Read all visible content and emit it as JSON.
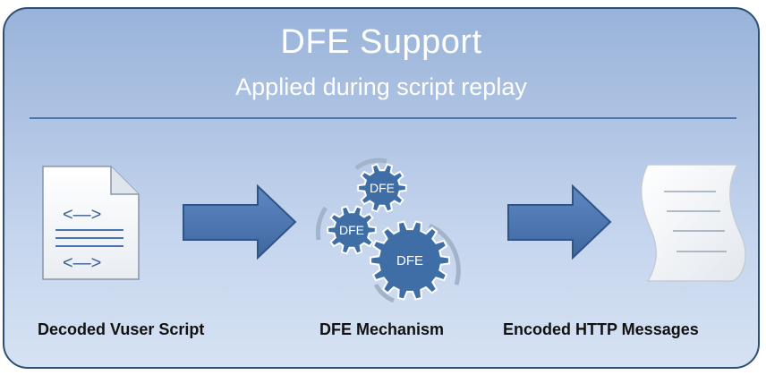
{
  "diagram": {
    "title": "DFE Support",
    "subtitle": "Applied during script replay",
    "steps": [
      {
        "label": "Decoded Vuser Script",
        "icon": "script-document-icon"
      },
      {
        "label": "DFE Mechanism",
        "icon": "gears-icon"
      },
      {
        "label": "Encoded HTTP Messages",
        "icon": "message-scroll-icon"
      }
    ],
    "gear_labels": [
      "DFE",
      "DFE",
      "DFE"
    ],
    "script_tags": [
      "<—>",
      "<—>"
    ]
  },
  "colors": {
    "panel_border": "#2f4f75",
    "panel_top": "#98b3d9",
    "panel_bottom": "#d6e2f3",
    "arrow": "#4f79b5",
    "gear": "#3f6ea6",
    "divider": "#4a76ad"
  }
}
